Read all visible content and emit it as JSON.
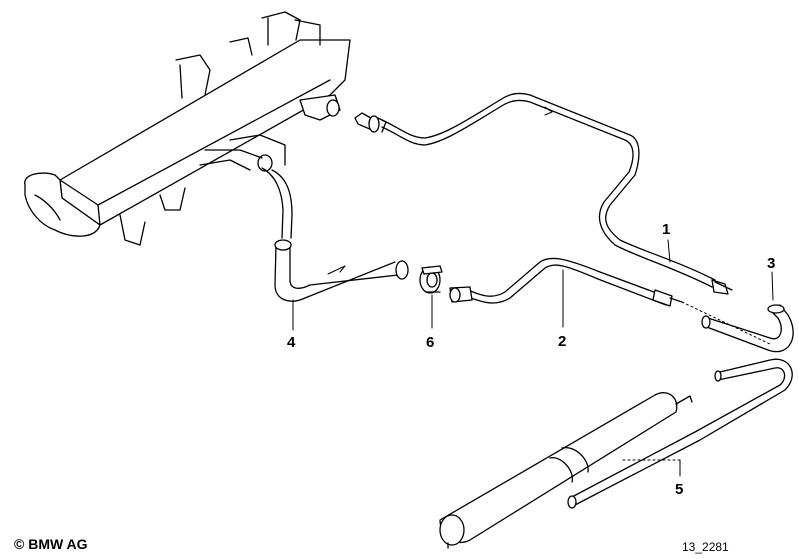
{
  "callouts": [
    {
      "id": "1",
      "label": "1"
    },
    {
      "id": "2",
      "label": "2"
    },
    {
      "id": "3",
      "label": "3"
    },
    {
      "id": "4",
      "label": "4"
    },
    {
      "id": "5",
      "label": "5"
    },
    {
      "id": "6",
      "label": "6"
    }
  ],
  "footer": {
    "copyright": "© BMW AG",
    "drawing_id": "13_2281"
  }
}
